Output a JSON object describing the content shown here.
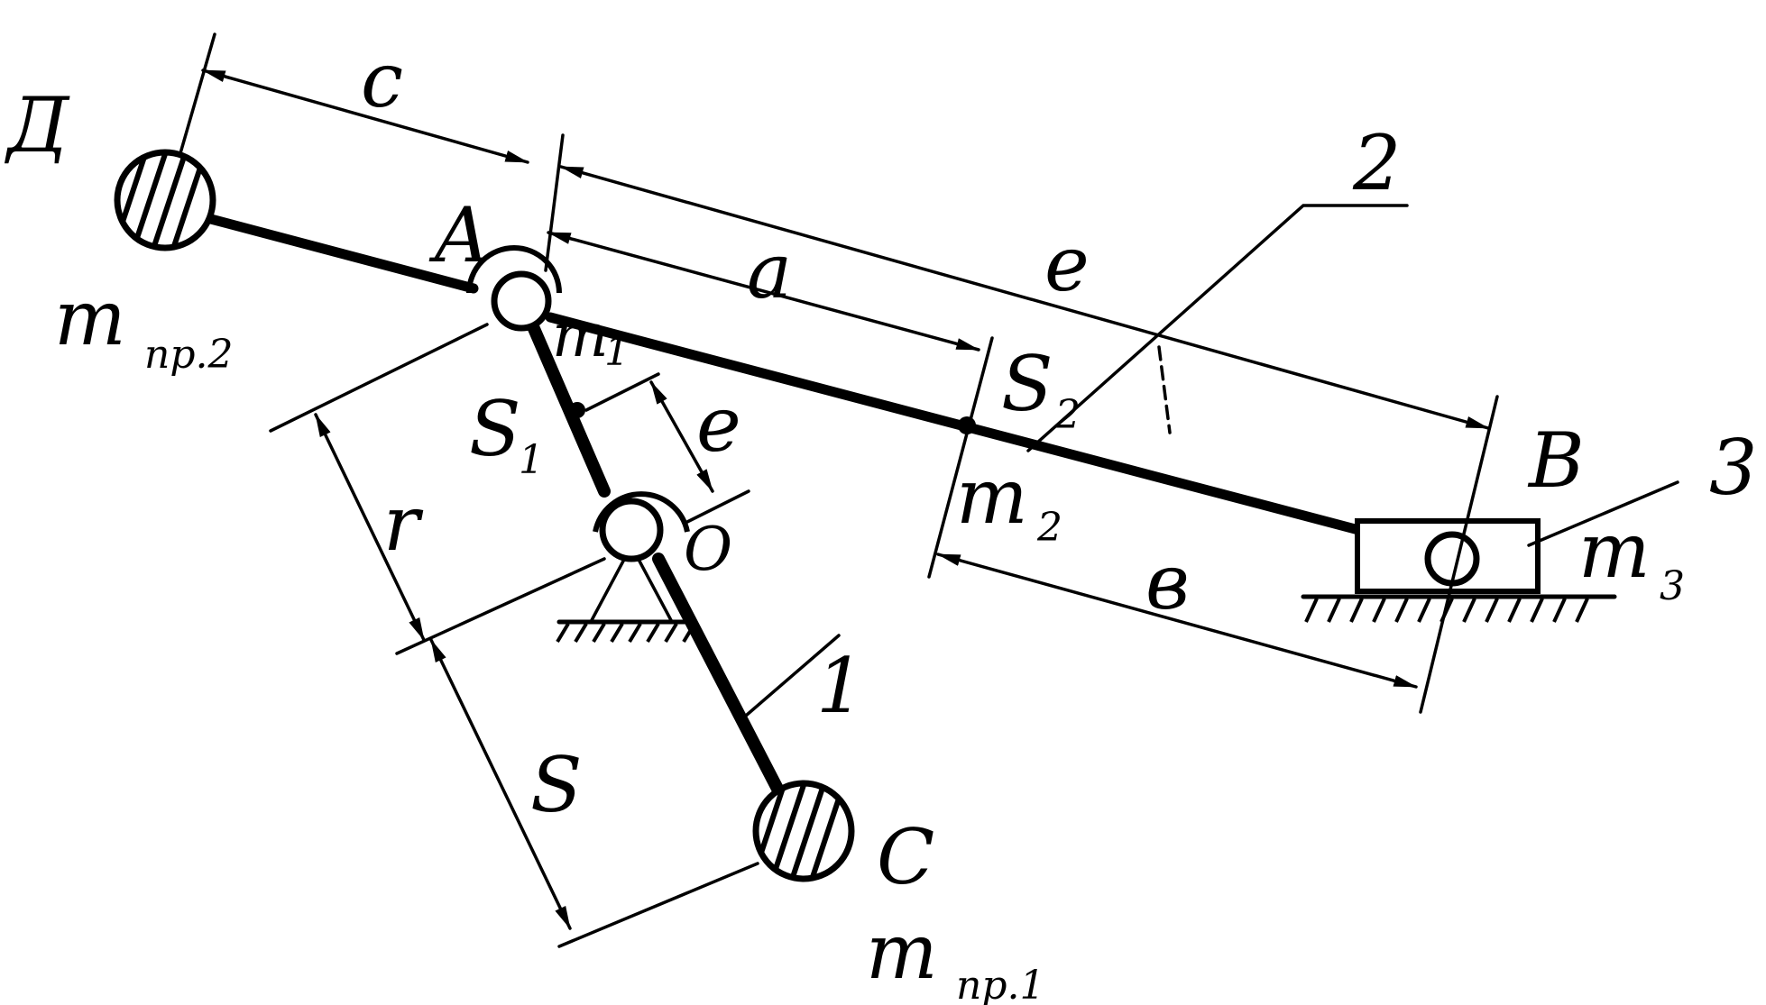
{
  "labels": {
    "D": "Д",
    "A": "A",
    "B": "B",
    "C": "C",
    "O": "O",
    "S1": "S",
    "S1_sub": "1",
    "S2": "S",
    "S2_sub": "2",
    "m_pr2": "m",
    "m_pr2_sub": "пр.2",
    "m_pr1": "m",
    "m_pr1_sub": "пр.1",
    "m1": "m",
    "m1_sub": "1",
    "m2": "m",
    "m2_sub": "2",
    "m3": "m",
    "m3_sub": "3",
    "link1": "1",
    "link2": "2",
    "link3": "3"
  },
  "dimensions": {
    "c": "c",
    "a": "a",
    "l": "e",
    "b": "в",
    "e": "e",
    "r": "r",
    "s": "S"
  }
}
